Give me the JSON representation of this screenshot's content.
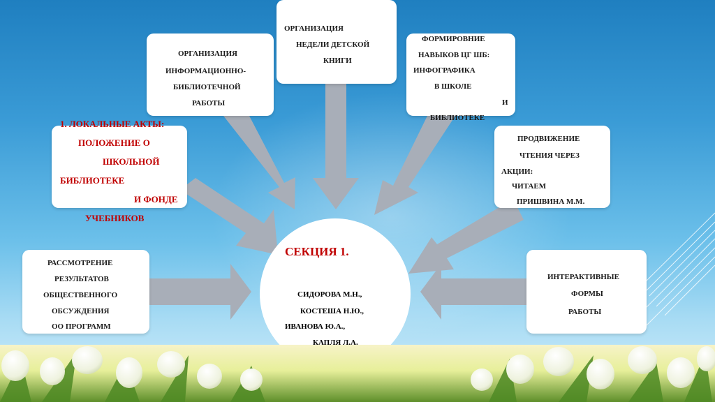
{
  "center": {
    "title": "СЕКЦИЯ 1.",
    "names": [
      "СИДОРОВА М.Н.,",
      "КОСТЕША Н.Ю.,",
      "ИВАНОВА Ю.А.,",
      "КАПЛЯ Л.А."
    ]
  },
  "boxes": {
    "local_acts": [
      "1. ЛОКАЛЬНЫЕ АКТЫ:",
      "ПОЛОЖЕНИЕ О",
      "ШКОЛЬНОЙ",
      "БИБЛИОТЕКЕ",
      "И ФОНДЕ",
      "УЧЕБНИКОВ"
    ],
    "info_library": [
      "ОРГАНИЗАЦИЯ",
      "ИНФОРМАЦИОННО-",
      "БИБЛИОТЕЧНОЙ",
      "РАБОТЫ"
    ],
    "childrens_book_week": [
      "ОРГАНИЗАЦИЯ",
      "НЕДЕЛИ ДЕТСКОЙ",
      "КНИГИ"
    ],
    "digital_skills": [
      "ФОРМИРОВНИЕ",
      "НАВЫКОВ ЦГ ШБ:",
      "ИНФОГРАФИКА",
      "В ШКОЛЕ",
      "И",
      "БИБЛИОТЕКЕ"
    ],
    "reading_promotion": [
      "ПРОДВИЖЕНИЕ",
      "ЧТЕНИЯ ЧЕРЕЗ",
      "АКЦИИ:",
      "ЧИТАЕМ",
      "ПРИШВИНА М.М."
    ],
    "public_discussion": [
      "РАССМОТРЕНИЕ",
      "РЕЗУЛЬТАТОВ",
      "ОБЩЕСТВЕННОГО",
      "ОБСУЖДЕНИЯ",
      "ОО ПРОГРАММ"
    ],
    "interactive_forms": [
      "ИНТЕРАКТИВНЫЕ",
      "ФОРМЫ",
      "РАБОТЫ"
    ]
  },
  "colors": {
    "arrow": "#a8aeb8",
    "accent_text": "#c00000",
    "box": "#ffffff"
  }
}
